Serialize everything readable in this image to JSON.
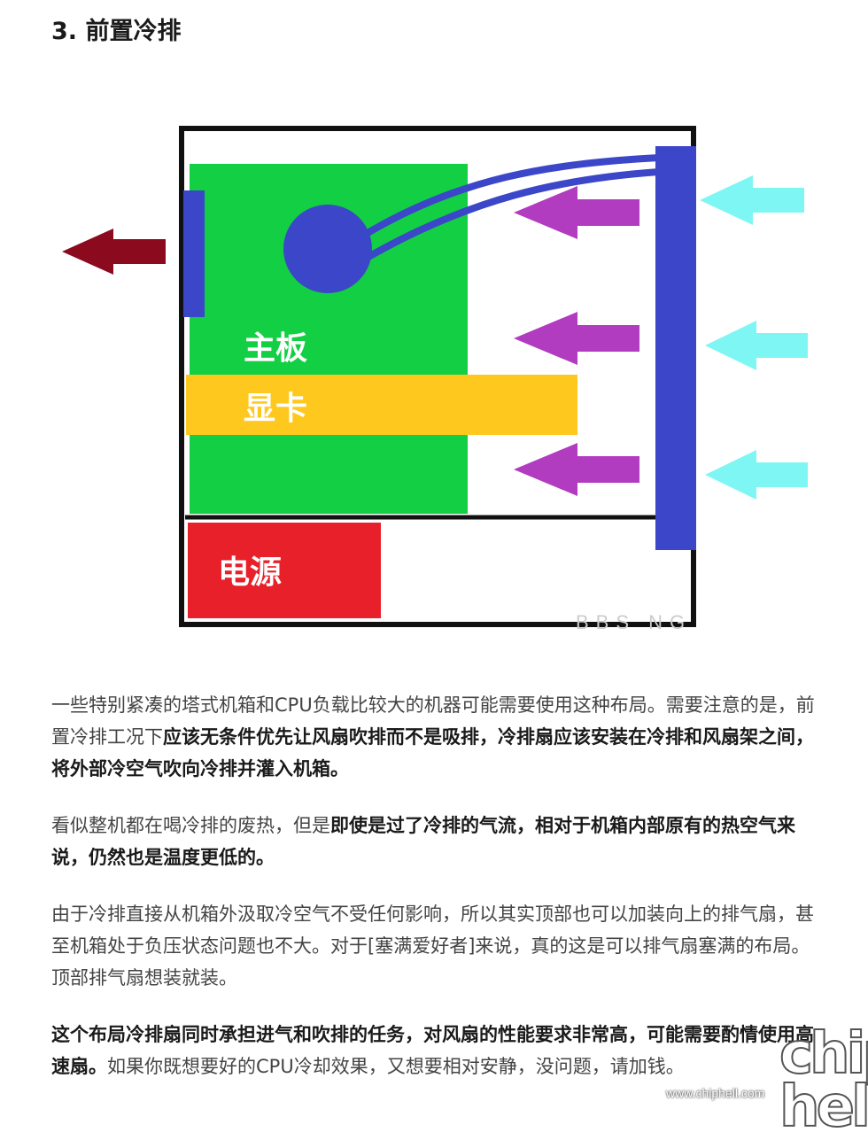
{
  "heading": "3. 前置冷排",
  "diagram": {
    "label_motherboard": "主板",
    "label_gpu": "显卡",
    "label_psu": "电源",
    "watermark_text": "BBS NG",
    "colors": {
      "motherboard": "#12cf44",
      "gpu": "#ffc81e",
      "psu": "#e8202a",
      "radiator": "#3c46c8",
      "exhaust_arrow": "#8b0a1e",
      "intake_arrow": "#7ef7f4",
      "internal_arrow": "#b13cc0"
    }
  },
  "paragraphs": [
    [
      {
        "text": "一些特别紧凑的塔式机箱和CPU负载比较大的机器可能需要使用这种布局。需要注意的是，前置冷排工况下",
        "bold": false
      },
      {
        "text": "应该无条件优先让风扇吹排而不是吸排，冷排扇应该安装在冷排和风扇架之间，将外部冷空气吹向冷排并灌入机箱。",
        "bold": true
      }
    ],
    [
      {
        "text": "看似整机都在喝冷排的废热，但是",
        "bold": false
      },
      {
        "text": "即使是过了冷排的气流，相对于机箱内部原有的热空气来说，仍然也是温度更低的。",
        "bold": true
      }
    ],
    [
      {
        "text": "由于冷排直接从机箱外汲取冷空气不受任何影响，所以其实顶部也可以加装向上的排气扇，甚至机箱处于负压状态问题也不大。对于[塞满爱好者]来说，真的这是可以排气扇塞满的布局。顶部排气扇想装就装。",
        "bold": false
      }
    ],
    [
      {
        "text": "这个布局冷排扇同时承担进气和吹排的任务，对风扇的性能要求非常高，可能需要酌情使用高速扇。",
        "bold": true
      },
      {
        "text": "如果你既想要好的CPU冷却效果，又想要相对安静，没问题，请加钱。",
        "bold": false
      }
    ]
  ],
  "watermark": {
    "site": "www.chiphell.com",
    "logo": "chip hell"
  }
}
